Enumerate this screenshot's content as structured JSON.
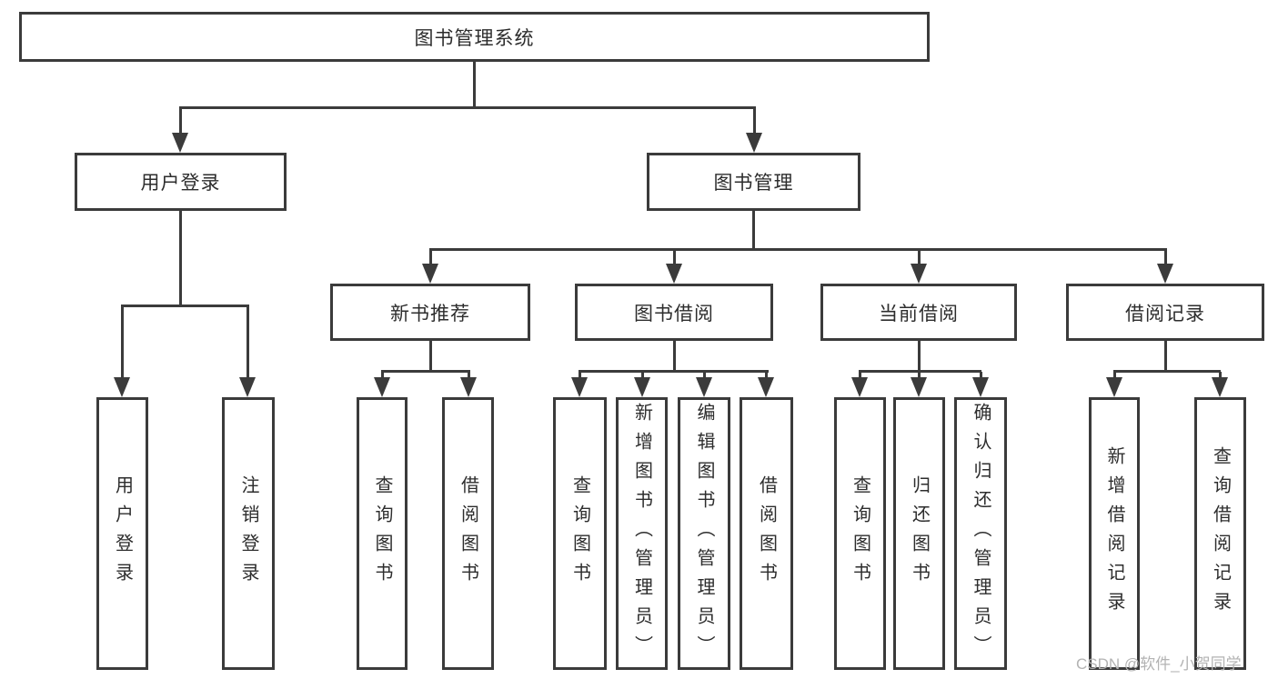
{
  "diagram": {
    "root": {
      "label": "图书管理系统"
    },
    "user_branch": {
      "label": "用户登录",
      "children": [
        {
          "label": "用户登录"
        },
        {
          "label": "注销登录"
        }
      ]
    },
    "mgmt_branch": {
      "label": "图书管理",
      "sections": [
        {
          "label": "新书推荐",
          "children": [
            {
              "label": "查询图书"
            },
            {
              "label": "借阅图书"
            }
          ]
        },
        {
          "label": "图书借阅",
          "children": [
            {
              "label": "查询图书"
            },
            {
              "label": "新增图书（管理员）"
            },
            {
              "label": "编辑图书（管理员）"
            },
            {
              "label": "借阅图书"
            }
          ]
        },
        {
          "label": "当前借阅",
          "children": [
            {
              "label": "查询图书"
            },
            {
              "label": "归还图书"
            },
            {
              "label": "确认归还（管理员）"
            }
          ]
        },
        {
          "label": "借阅记录",
          "children": [
            {
              "label": "新增借阅记录"
            },
            {
              "label": "查询借阅记录"
            }
          ]
        }
      ]
    }
  },
  "watermark": "CSDN @软件_小贺同学",
  "colors": {
    "line": "#3b3b3b",
    "text": "#2d2d2d",
    "watermark": "#b3b3b3",
    "bg": "#ffffff"
  }
}
